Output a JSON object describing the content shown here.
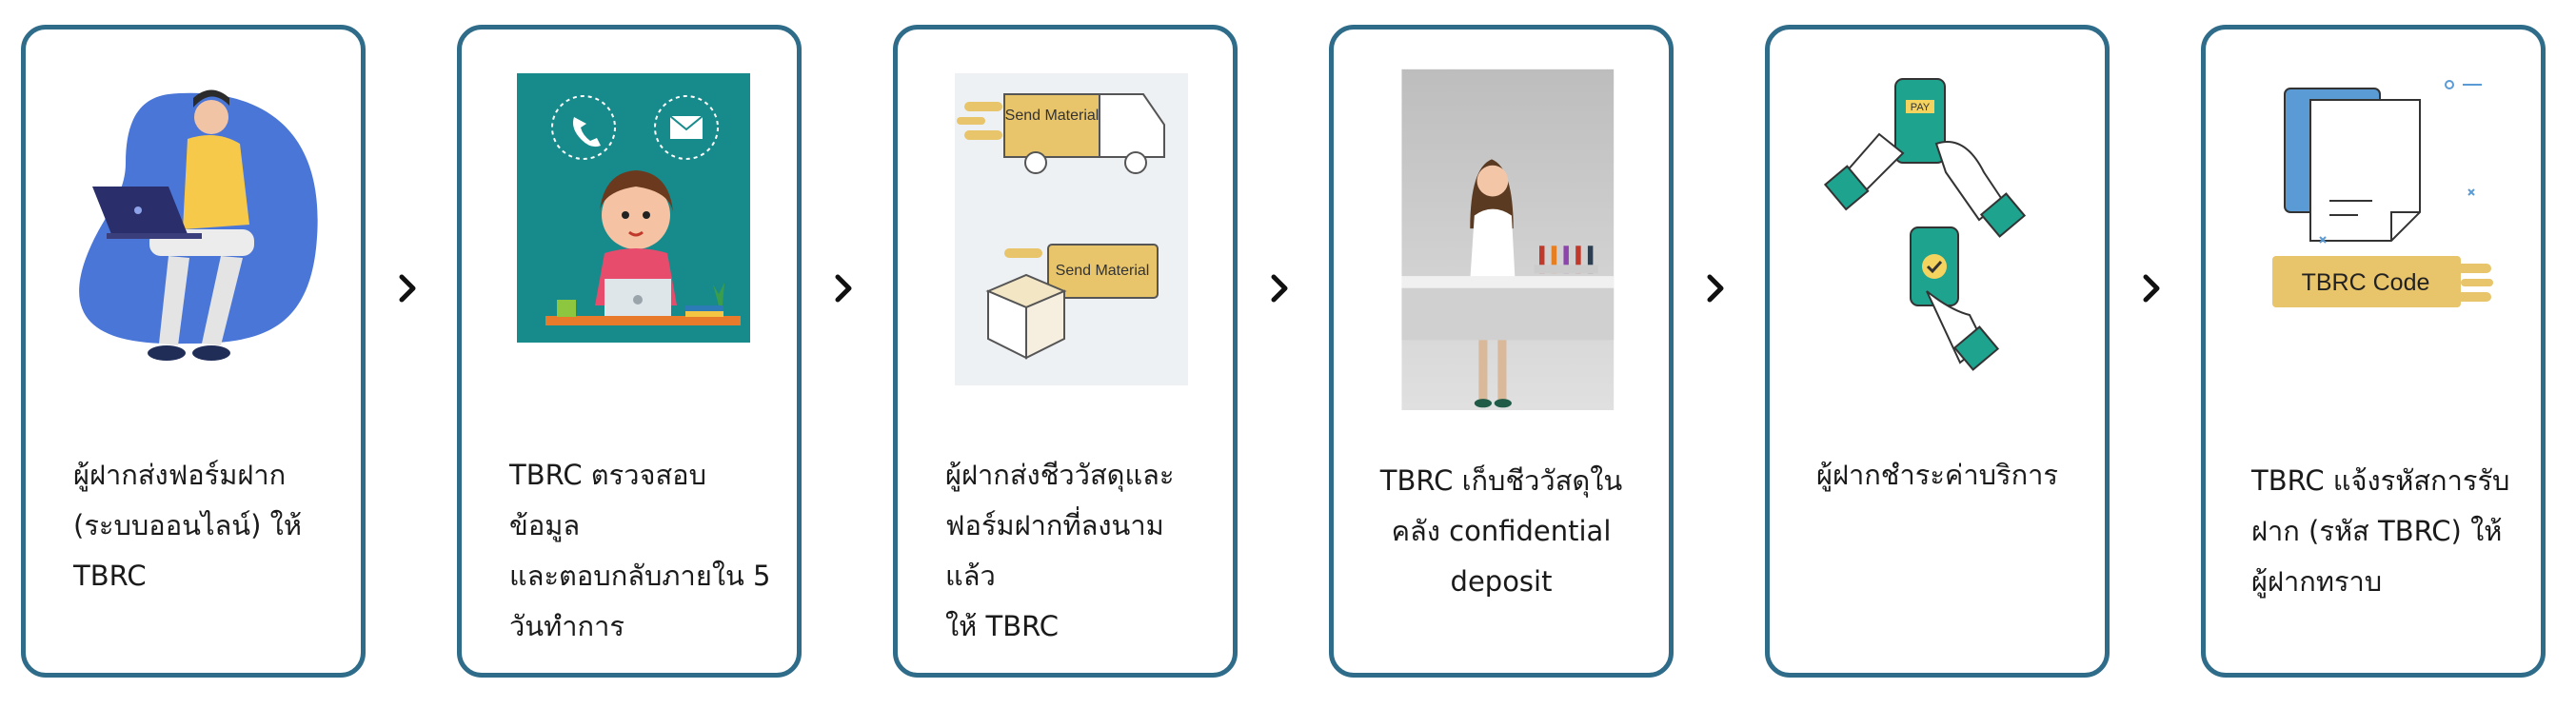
{
  "steps": [
    {
      "caption": "ผู้ฝากส่งฟอร์มฝาก\n(ระบบออนไลน์) ให้\nTBRC"
    },
    {
      "caption": "TBRC ตรวจสอบข้อมูล\nและตอบกลับภายใน 5\nวันทำการ"
    },
    {
      "caption": "ผู้ฝากส่งชีววัสดุและ\nฟอร์มฝากที่ลงนามแล้ว\nให้ TBRC",
      "send_label_1": "Send Material",
      "send_label_2": "Send Material"
    },
    {
      "caption": "TBRC เก็บชีววัสดุใน\nคลัง confidential deposit"
    },
    {
      "caption": "ผู้ฝากชำระค่าบริการ",
      "pay_label": "PAY"
    },
    {
      "caption": "TBRC แจ้งรหัสการรับ\nฝาก (รหัส TBRC) ให้\nผู้ฝากทราบ",
      "code_label": "TBRC Code"
    }
  ],
  "colors": {
    "border": "#2e6c8a",
    "teal": "#178a8b",
    "blue": "#4a76d8",
    "gold": "#e8c46a"
  }
}
